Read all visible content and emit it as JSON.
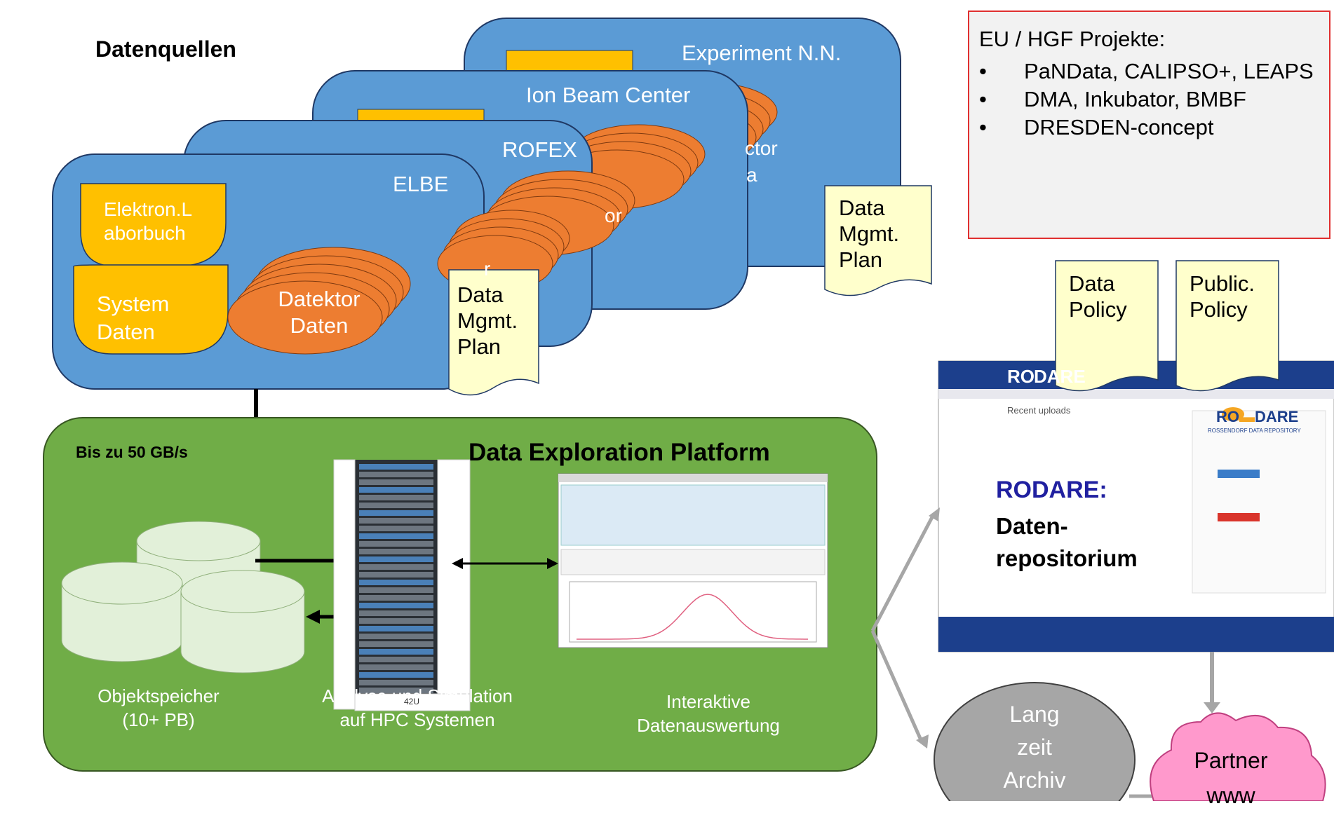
{
  "sources": {
    "heading": "Datenquellen",
    "panels": [
      {
        "title": "Experiment N.N.",
        "partial_text_1": "ctor",
        "partial_text_2": "a"
      },
      {
        "title": "Ion Beam Center",
        "partial_text": "or"
      },
      {
        "title": "ROFEX",
        "partial_text": "r"
      },
      {
        "title": "ELBE"
      }
    ],
    "elbe": {
      "logbook": "Elektron.L\naborbuch",
      "system": "System\nDaten",
      "detector": "Datektor\nDaten",
      "plan": "Data\nMgmt.\nPlan"
    },
    "back_plan": "Data\nMgmt.\nPlan"
  },
  "platform": {
    "title": "Data Exploration Platform",
    "throughput": "Bis zu 50 GB/s",
    "storage_label": "Objektspeicher\n(10+ PB)",
    "hpc_label": "Analyse und Simulation\nauf HPC Systemen",
    "interactive_label": "Interaktive\nDatenauswertung",
    "rack_footer": "42U"
  },
  "projects": {
    "heading": "EU / HGF Projekte:",
    "items": [
      "PaNData, CALIPSO+, LEAPS",
      "DMA, Inkubator, BMBF",
      "DRESDEN-concept"
    ]
  },
  "policies": {
    "data": "Data\nPolicy",
    "public": "Public.\nPolicy"
  },
  "repository": {
    "name": "RODARE",
    "colon": ":",
    "subtitle": "Daten-\nrepositorium",
    "screenshot": {
      "logo_left": "RO",
      "logo_right": "DARE",
      "recent": "Recent uploads",
      "tagline": "ROSSENDORF DATA REPOSITORY"
    }
  },
  "archive": {
    "label": "Lang\nzeit\nArchiv"
  },
  "partner": {
    "label": "Partner\nwww"
  },
  "colors": {
    "panel_blue": "#5b9bd5",
    "panel_border": "#1f3864",
    "yellow": "#ffc000",
    "orange": "#ed7d31",
    "green_platform": "#70ad47",
    "note_yellow": "#ffffcc",
    "rodare_blue": "#2020a0",
    "archive_gray": "#a6a6a6",
    "cloud_pink": "#ff99cc",
    "project_border": "#e03030"
  }
}
